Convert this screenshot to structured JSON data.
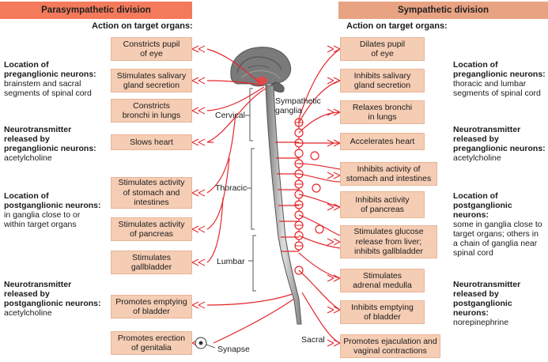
{
  "headers": {
    "left": "Parasympathetic division",
    "right": "Sympathetic division",
    "action_label": "Action on target organs:"
  },
  "left_notes": [
    {
      "heading": "Location of\npreganglionic neurons:",
      "text": "brainstem and sacral\nsegments of spinal cord"
    },
    {
      "heading": "Neurotransmitter\nreleased by\npreganglionic neurons:",
      "text": "acetylcholine"
    },
    {
      "heading": "Location of\npostganglionic neurons:",
      "text": "in ganglia close to or\nwithin target organs"
    },
    {
      "heading": "Neurotransmitter\nreleased by\npostganglionic neurons:",
      "text": "acetylcholine"
    }
  ],
  "right_notes": [
    {
      "heading": "Location of\npreganglionic neurons:",
      "text": "thoracic and lumbar\nsegments of spinal cord"
    },
    {
      "heading": "Neurotransmitter\nreleased by\npreganglionic neurons:",
      "text": "acetylcholine"
    },
    {
      "heading": "Location of\npostganglionic neurons:",
      "text": "some in ganglia close to\ntarget organs; others in\na chain of ganglia near\nspinal cord"
    },
    {
      "heading": "Neurotransmitter\nreleased by\npostganglionic neurons:",
      "text": "norepinephrine"
    }
  ],
  "left_actions": [
    "Constricts pupil\nof eye",
    "Stimulates salivary\ngland secretion",
    "Constricts\nbronchi in lungs",
    "Slows heart",
    "Stimulates activity\nof stomach and\nintestines",
    "Stimulates activity\nof pancreas",
    "Stimulates\ngallbladder",
    "Promotes emptying\nof bladder",
    "Promotes erection\nof genitalia"
  ],
  "right_actions": [
    "Dilates pupil\nof eye",
    "Inhibits salivary\ngland secretion",
    "Relaxes bronchi\nin lungs",
    "Accelerates heart",
    "Inhibits activity of\nstomach and intestines",
    "Inhibits activity\nof pancreas",
    "Stimulates glucose\nrelease from liver;\ninhibits gallbladder",
    "Stimulates\nadrenal medulla",
    "Inhibits emptying\nof bladder",
    "Promotes ejaculation and\nvaginal contractions"
  ],
  "labels": {
    "cervical": "Cervical",
    "thoracic": "Thoracic",
    "lumbar": "Lumbar",
    "sympathetic_ganglia": "Sympathetic\nganglia",
    "sacral": "Sacral",
    "synapse": "Synapse"
  },
  "colors": {
    "parasympathetic_header": "#f47a5c",
    "sympathetic_header": "#e8a383",
    "action_box": "#f5cdb4",
    "nerve": "#e3262b"
  }
}
